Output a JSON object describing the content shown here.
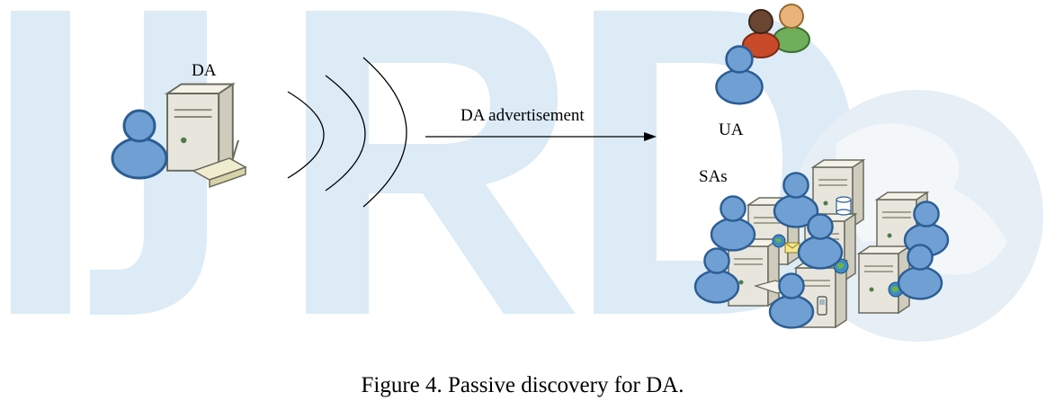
{
  "figure": {
    "caption": "Figure 4. Passive discovery for DA.",
    "watermark": "IJRD"
  },
  "nodes": {
    "da_label": "DA",
    "ua_label": "UA",
    "sas_label": "SAs"
  },
  "arrow": {
    "label": "DA advertisement"
  },
  "colors": {
    "watermark": "#dcebf6",
    "person_fill": "#6f9fd3",
    "person_stroke": "#2c5d94",
    "server_fill": "#e8e6dc",
    "server_stroke": "#6a6a5e"
  }
}
